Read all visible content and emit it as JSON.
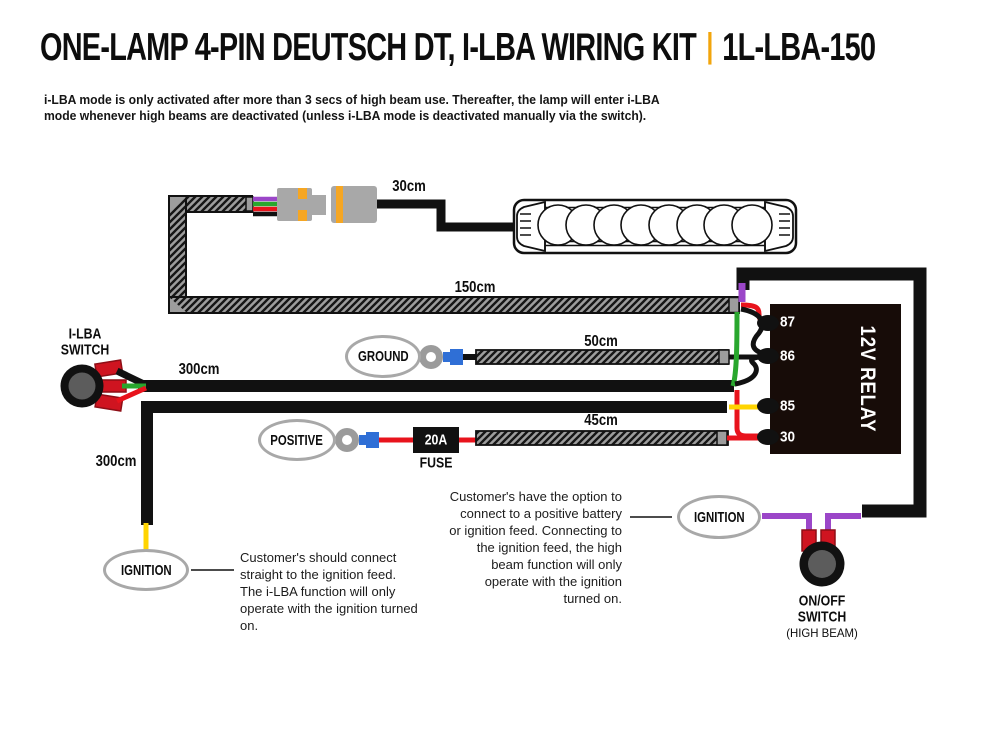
{
  "title": {
    "main": "ONE-LAMP 4-PIN DEUTSCH DT, I-LBA WIRING KIT",
    "separator": "|",
    "code": "1L-LBA-150"
  },
  "subtitle": {
    "line1": "i-LBA mode is only activated after more than 3 secs of high beam use. Thereafter, the lamp will enter i-LBA",
    "line2": "mode whenever high beams are deactivated (unless i-LBA mode is deactivated manually via the switch)."
  },
  "lengths": {
    "lamp_wire": "30cm",
    "harness_main": "150cm",
    "switch_wire": "300cm",
    "ignition_wire": "300cm",
    "ground_wire": "50cm",
    "positive_wire": "45cm"
  },
  "ilba_switch": {
    "line1": "I-LBA",
    "line2": "SWITCH"
  },
  "terminals": {
    "ground": "GROUND",
    "positive": "POSITIVE",
    "ignition_left": "IGNITION",
    "ignition_right": "IGNITION"
  },
  "fuse": {
    "rating": "20A",
    "label": "FUSE"
  },
  "relay": {
    "label": "12V RELAY",
    "pins": [
      "87",
      "86",
      "85",
      "30"
    ]
  },
  "onoff_switch": {
    "line1": "ON/OFF",
    "line2": "SWITCH",
    "sub": "(HIGH BEAM)"
  },
  "notes": {
    "ignition_left": "Customer's should connect straight to the ignition feed. The i-LBA function will only operate with the ignition turned on.",
    "ignition_right": "Customer's have the option to connect to a positive battery or ignition feed. Connecting to the ignition feed, the high beam function will only operate with the ignition turned on."
  },
  "colors": {
    "accent_orange": "#f2a50c",
    "wire_black": "#111111",
    "wire_purple": "#9b46c8",
    "wire_green": "#29a72e",
    "wire_red": "#e8131c",
    "wire_yellow": "#ffd400",
    "crimp_blue": "#2f6fd6",
    "braid_gray": "#9d9d9d",
    "relay_body": "#170c08"
  }
}
